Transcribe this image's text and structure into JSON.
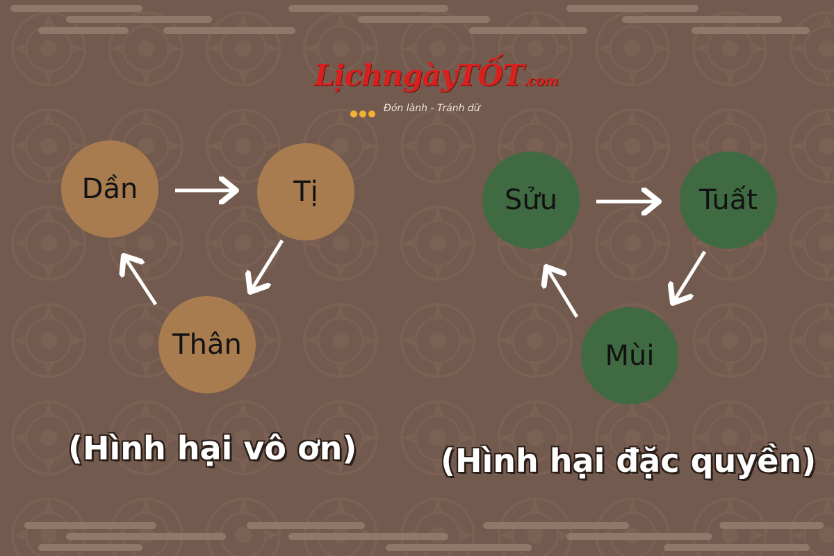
{
  "brand": {
    "name": "LịchngàyTỐT",
    "domain": ".com",
    "tagline": "Đón lành - Tránh dữ",
    "color_primary": "#d8211f",
    "color_dots": "#f2b233"
  },
  "colors": {
    "background": "#735a4e",
    "pattern": "#7f6457",
    "node_left": "#a87c4f",
    "node_right": "#3f6a42",
    "arrow": "#ffffff"
  },
  "diagrams": {
    "left": {
      "nodes": [
        "Dần",
        "Tị",
        "Thân"
      ],
      "caption": "(Hình hại vô ơn)",
      "edges": [
        [
          "Dần",
          "Tị"
        ],
        [
          "Tị",
          "Thân"
        ],
        [
          "Thân",
          "Dần"
        ]
      ]
    },
    "right": {
      "nodes": [
        "Sửu",
        "Tuất",
        "Mùi"
      ],
      "caption": "(Hình hại đặc quyền)",
      "edges": [
        [
          "Sửu",
          "Tuất"
        ],
        [
          "Tuất",
          "Mùi"
        ],
        [
          "Mùi",
          "Sửu"
        ]
      ]
    }
  }
}
